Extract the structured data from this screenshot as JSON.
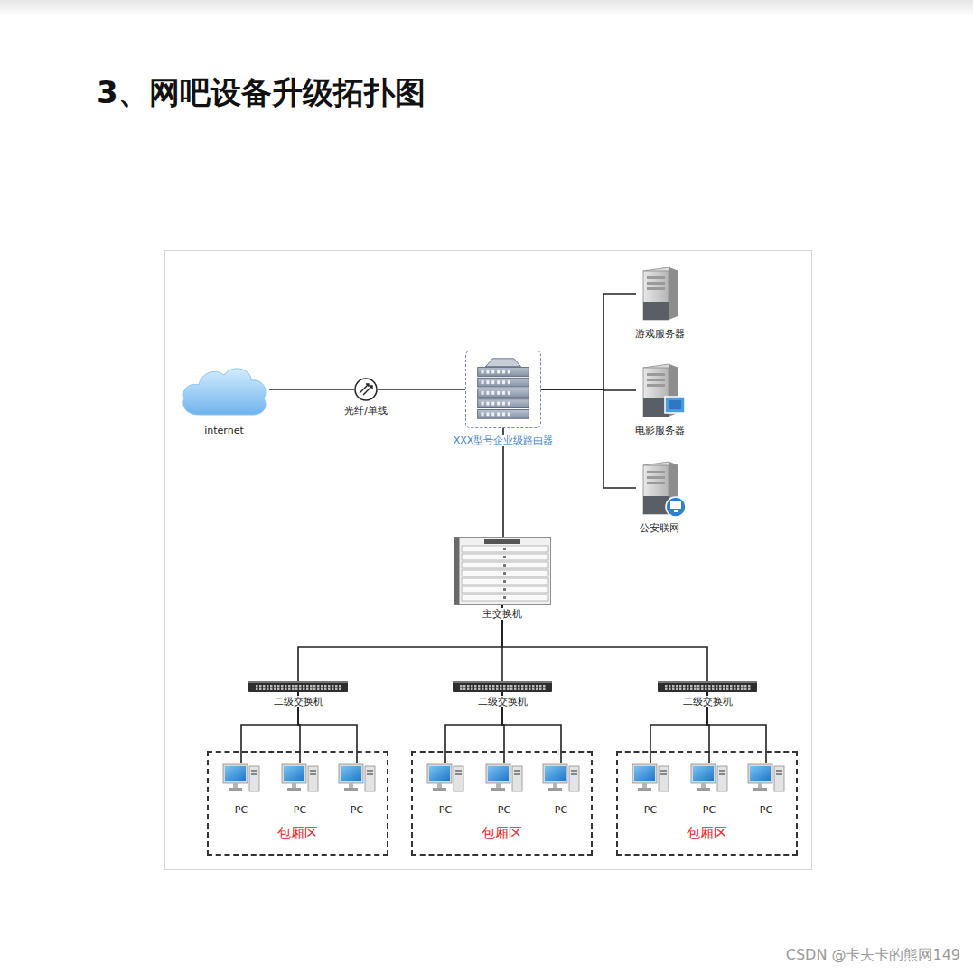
{
  "diagram": {
    "title": "3、网吧设备升级拓扑图",
    "nodes": [
      {
        "text": [
          "internet"
        ]
      },
      {
        "text": [
          "光纤/单线"
        ]
      },
      {
        "text": [
          "XXX型号企业级路由器"
        ]
      },
      {
        "text": [
          "游戏服务器"
        ]
      },
      {
        "text": [
          "电影服务器"
        ]
      },
      {
        "text": [
          "公安联网"
        ]
      },
      {
        "text": [
          "主交换机"
        ]
      },
      {
        "text": [
          "二级交换机"
        ]
      },
      {
        "text": [
          "二级交换机"
        ]
      },
      {
        "text": [
          "二级交换机"
        ]
      },
      {
        "text": [
          "包厢区"
        ]
      },
      {
        "text": [
          "PC"
        ],
        "in": 10
      },
      {
        "text": [
          "PC"
        ],
        "in": 10
      },
      {
        "text": [
          "PC"
        ],
        "in": 10
      },
      {
        "text": [
          "包厢区"
        ]
      },
      {
        "text": [
          "PC"
        ],
        "in": 14
      },
      {
        "text": [
          "PC"
        ],
        "in": 14
      },
      {
        "text": [
          "PC"
        ],
        "in": 14
      },
      {
        "text": [
          "包厢区"
        ]
      },
      {
        "text": [
          "PC"
        ],
        "in": 18
      },
      {
        "text": [
          "PC"
        ],
        "in": 18
      },
      {
        "text": [
          "PC"
        ],
        "in": 18
      }
    ],
    "edges": [
      {
        "from": 0,
        "to": 1,
        "arrow": "none"
      },
      {
        "from": 1,
        "to": 2,
        "arrow": "none"
      },
      {
        "from": 2,
        "to": 3,
        "arrow": "none"
      },
      {
        "from": 2,
        "to": 4,
        "arrow": "none"
      },
      {
        "from": 2,
        "to": 5,
        "arrow": "none"
      },
      {
        "from": 2,
        "to": 6,
        "arrow": "none"
      },
      {
        "from": 6,
        "to": 7,
        "arrow": "none"
      },
      {
        "from": 6,
        "to": 8,
        "arrow": "none"
      },
      {
        "from": 6,
        "to": 9,
        "arrow": "none"
      },
      {
        "from": 7,
        "to": 11,
        "arrow": "none"
      },
      {
        "from": 7,
        "to": 12,
        "arrow": "none"
      },
      {
        "from": 7,
        "to": 13,
        "arrow": "none"
      },
      {
        "from": 8,
        "to": 15,
        "arrow": "none"
      },
      {
        "from": 8,
        "to": 16,
        "arrow": "none"
      },
      {
        "from": 8,
        "to": 17,
        "arrow": "none"
      },
      {
        "from": 9,
        "to": 19,
        "arrow": "none"
      },
      {
        "from": 9,
        "to": 20,
        "arrow": "none"
      },
      {
        "from": 9,
        "to": 21,
        "arrow": "none"
      }
    ],
    "labels": [
      "CSDN @卡夫卡的熊网149"
    ]
  }
}
